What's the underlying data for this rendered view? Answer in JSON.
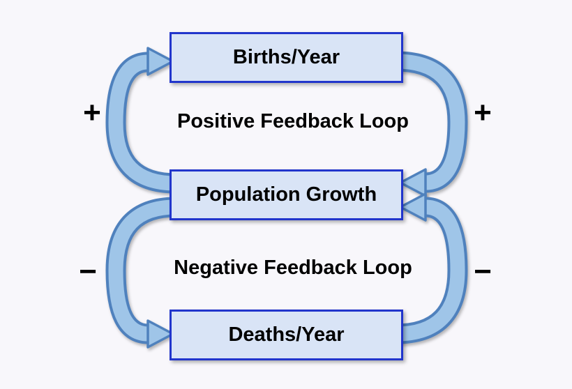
{
  "diagram": {
    "background": "#f8f7fb",
    "boxes": [
      {
        "id": "births",
        "label": "Births/Year"
      },
      {
        "id": "population",
        "label": "Population Growth"
      },
      {
        "id": "deaths",
        "label": "Deaths/Year"
      }
    ],
    "loops": [
      {
        "id": "positive",
        "label": "Positive Feedback Loop",
        "sign_left": "+",
        "sign_right": "+"
      },
      {
        "id": "negative",
        "label": "Negative Feedback Loop",
        "sign_left": "−",
        "sign_right": "−"
      }
    ],
    "arrows": [
      {
        "id": "positive-left",
        "from": "population",
        "to": "births",
        "direction": "up"
      },
      {
        "id": "positive-right",
        "from": "births",
        "to": "population",
        "direction": "down"
      },
      {
        "id": "negative-left",
        "from": "population",
        "to": "deaths",
        "direction": "down"
      },
      {
        "id": "negative-right",
        "from": "deaths",
        "to": "population",
        "direction": "up"
      }
    ],
    "colors": {
      "box_fill": "#d9e4f6",
      "box_border": "#2135cc",
      "arrow_fill": "#9fc5e8",
      "arrow_outline": "#4f81bd"
    }
  }
}
